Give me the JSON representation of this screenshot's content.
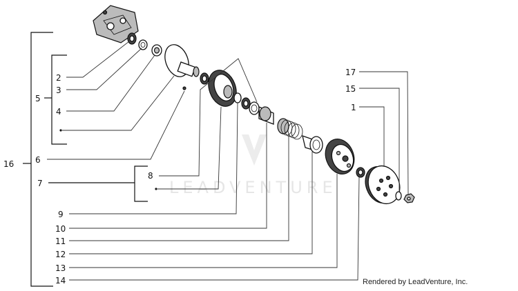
{
  "diagram": {
    "labels": {
      "l1": "1",
      "l2": "2",
      "l3": "3",
      "l4": "4",
      "l5": "5",
      "l6": "6",
      "l7": "7",
      "l8": "8",
      "l9": "9",
      "l10": "10",
      "l11": "11",
      "l12": "12",
      "l13": "13",
      "l14": "14",
      "l15": "15",
      "l16": "16",
      "l17": "17"
    },
    "watermark": "LEADVENTURE",
    "credit": "Rendered by LeadVenture, Inc."
  }
}
